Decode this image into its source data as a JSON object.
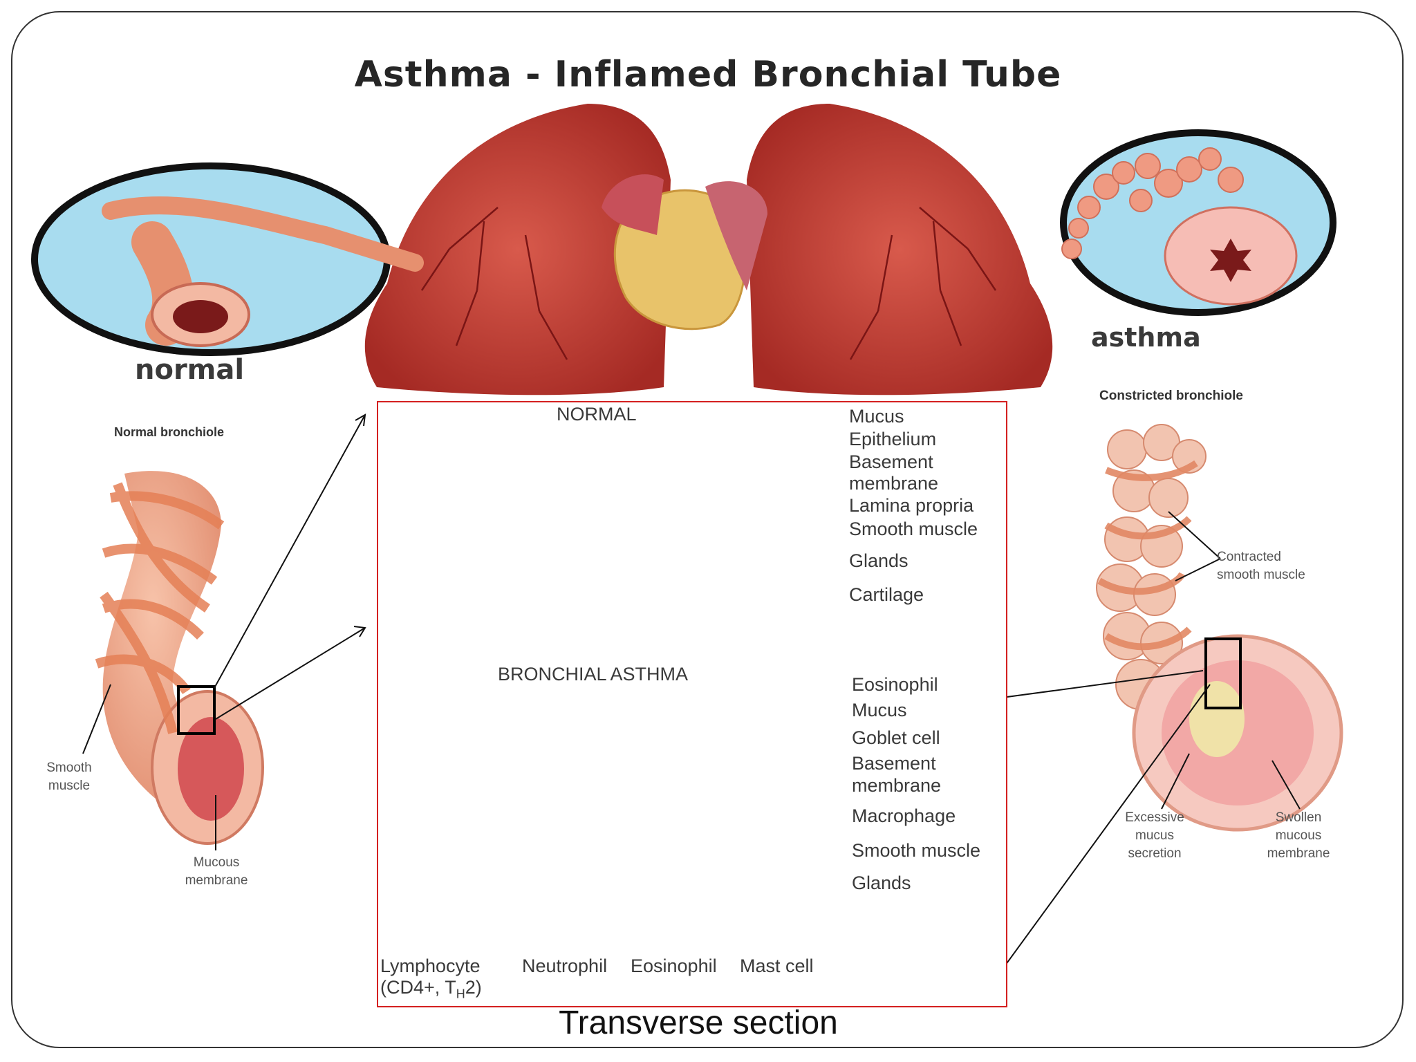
{
  "title": "Asthma - Inflamed Bronchial Tube",
  "top": {
    "normal_label": "normal",
    "asthma_label": "asthma"
  },
  "left": {
    "heading": "Normal bronchiole",
    "smooth_muscle": [
      "Smooth",
      "muscle"
    ],
    "mucous_membrane": [
      "Mucous",
      "membrane"
    ]
  },
  "right": {
    "heading": "Constricted bronchiole",
    "contracted": [
      "Contracted",
      "smooth muscle"
    ],
    "excessive": [
      "Excessive",
      "mucus",
      "secretion"
    ],
    "swollen": [
      "Swollen",
      "mucous",
      "membrane"
    ]
  },
  "panel": {
    "normal_heading": "NORMAL",
    "normal_labels": [
      "Mucus",
      "Epithelium",
      "Basement",
      "membrane",
      "Lamina propria",
      "Smooth muscle",
      "Glands",
      "Cartilage"
    ],
    "asthma_heading": "BRONCHIAL ASTHMA",
    "asthma_labels": [
      "Eosinophil",
      "Mucus",
      "Goblet cell",
      "Basement",
      "membrane",
      "Macrophage",
      "Smooth muscle",
      "Glands"
    ],
    "bottom_labels": [
      "Lymphocyte",
      "(CD4+, T",
      "H",
      "2)",
      "Neutrophil",
      "Eosinophil",
      "Mast cell"
    ]
  },
  "caption": "Transverse section",
  "colors": {
    "lung": "#b8352e",
    "sky": "#a8dcef",
    "tube": "#e9967a",
    "mucus": "#c8e39a",
    "epithelium": "#a9c3e6",
    "lamina": "#f4d6d8",
    "muscle": "#b04050",
    "gland_bg": "#fbe3c9",
    "panel_border": "#d42020"
  }
}
